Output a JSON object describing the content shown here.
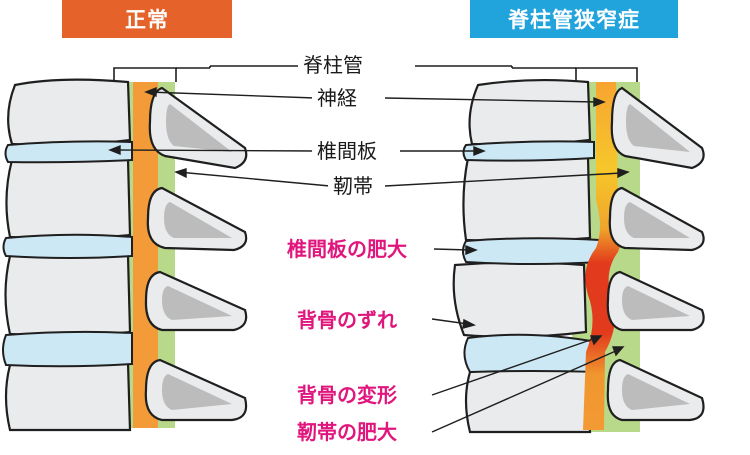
{
  "headers": {
    "normal": "正常",
    "stenosis": "脊柱管狭窄症"
  },
  "labels": {
    "spinal_canal": "脊柱管",
    "nerve": "神経",
    "disc": "椎間板",
    "ligament": "靭帯"
  },
  "abnormal_labels": {
    "disc_hypertrophy": "椎間板の肥大",
    "spine_slip": "背骨のずれ",
    "spine_deformity": "背骨の変形",
    "ligament_hypertrophy": "靭帯の肥大"
  },
  "colors": {
    "normal_header": "#e5632b",
    "stenosis_header": "#21a3dc",
    "abnormal_text": "#e0167d",
    "bone": "#e9ebec",
    "bone_inner": "#bcbcbc",
    "disc": "#cde8f5",
    "ligament": "#b8d98a",
    "nerve": "#f29b38"
  }
}
